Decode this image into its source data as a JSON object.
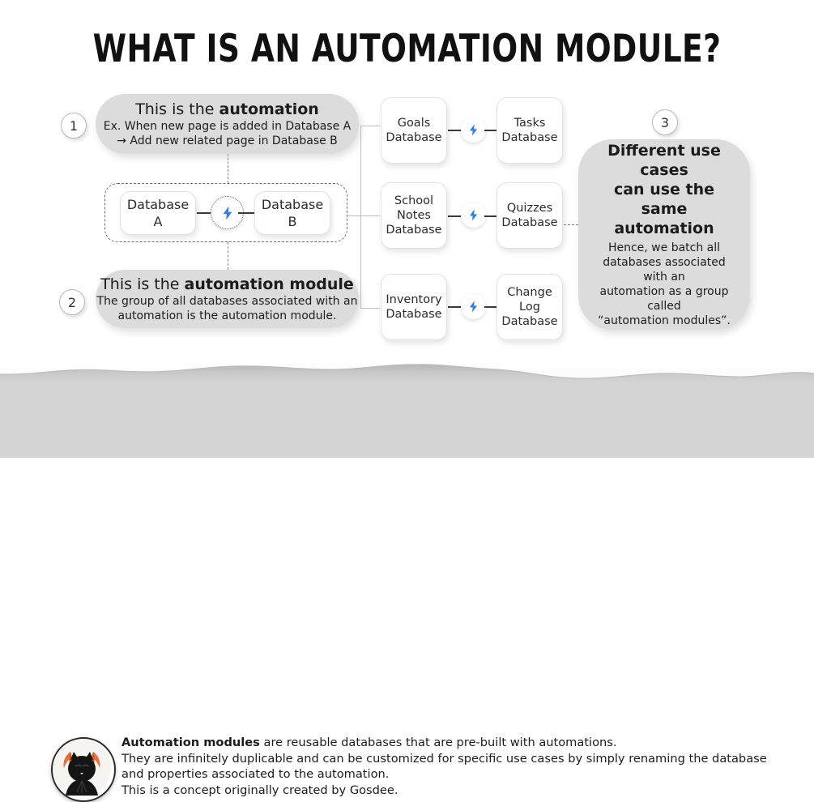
{
  "title": "WHAT IS AN AUTOMATION MODULE?",
  "colors": {
    "bolt_blue": "#2E7FEA",
    "callout_gray": "#DCDCDC",
    "footer_gray": "#D4D4D4",
    "text_dark": "#1B1B1B",
    "accent_orange": "#E8703A"
  },
  "steps": [
    {
      "number": "1"
    },
    {
      "number": "2"
    },
    {
      "number": "3"
    }
  ],
  "callout_1": {
    "headline_prefix": "This is the ",
    "headline_strong": "automation",
    "line_1": "Ex. When new page is added in Database A",
    "line_2": "→ Add new related page in Database B"
  },
  "callout_2": {
    "headline_prefix": "This is the ",
    "headline_strong": "automation module",
    "line_1": "The group of all databases associated with an",
    "line_2": "automation is the automation module."
  },
  "callout_3": {
    "headline_line_1": "Different use cases",
    "headline_line_2": "can use the",
    "headline_line_3": "same automation",
    "body_line_1": "Hence, we batch all",
    "body_line_2": "databases associated with an",
    "body_line_3": "automation as a group called",
    "body_line_4": "“automation modules”."
  },
  "module_group": {
    "source": "Database\nA",
    "target": "Database\nB",
    "bolt_icon": "lightning-bolt-icon"
  },
  "examples": [
    {
      "source": "Goals\nDatabase",
      "target": "Tasks\nDatabase",
      "bolt_icon": "lightning-bolt-icon"
    },
    {
      "source": "School\nNotes\nDatabase",
      "target": "Quizzes\nDatabase",
      "bolt_icon": "lightning-bolt-icon"
    },
    {
      "source": "Inventory\nDatabase",
      "target": "Change\nLog\nDatabase",
      "bolt_icon": "lightning-bolt-icon"
    }
  ],
  "footer": {
    "line_1_strong": "Automation modules",
    "line_1_rest": " are reusable databases that are pre-built with automations.",
    "line_2": "They are infinitely duplicable and can be customized for specific use cases by simply renaming the database",
    "line_3": "and properties associated to the automation.",
    "line_4": "This is a concept originally created by Gosdee.",
    "avatar_icon": "cat-avatar-icon"
  }
}
